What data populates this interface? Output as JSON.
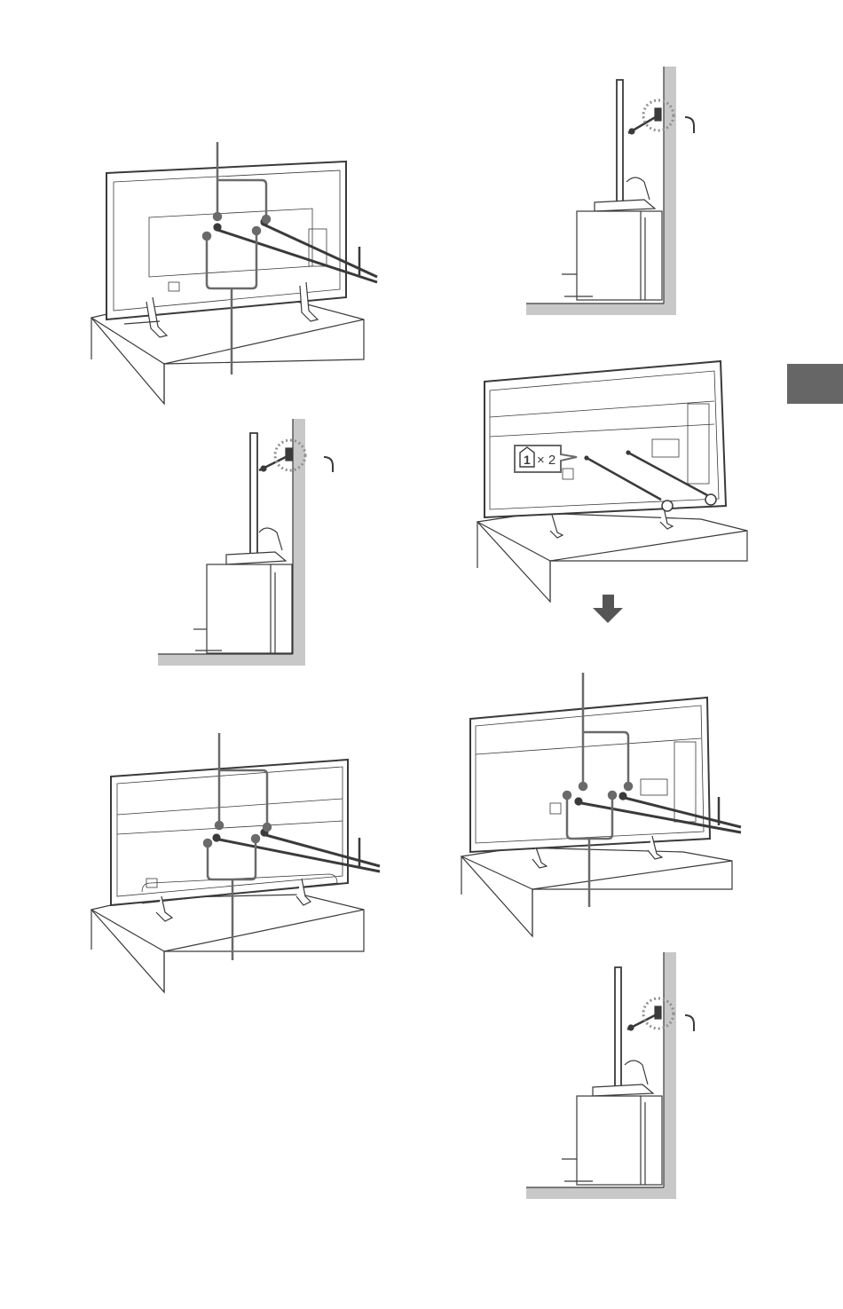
{
  "colors": {
    "line": "#3a3a3a",
    "leader": "#6a6a6a",
    "gray": "#8f8f8f",
    "wall": "#c8c8c8",
    "tab": "#666666",
    "arrow": "#555555",
    "callout_bg": "#ffffff"
  },
  "icons": {
    "section_tab": "chapter-tab",
    "down_arrow": "down-arrow-icon",
    "screw_callout": "screw-callout-icon",
    "wall_anchor": "wall-anchor-icon"
  },
  "callout": {
    "part_number": "1",
    "quantity": "× 2"
  }
}
